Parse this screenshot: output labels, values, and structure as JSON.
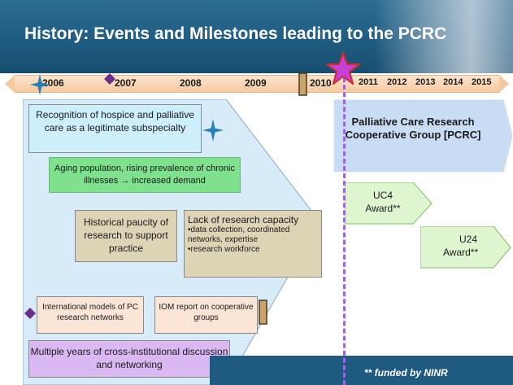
{
  "title": "History: Events and Milestones leading to the PCRC",
  "timeline": {
    "years": [
      "2006",
      "2007",
      "2008",
      "2009",
      "2010",
      "2011",
      "2012",
      "2013",
      "2014",
      "2015"
    ]
  },
  "boxes": {
    "recognition": "Recognition of hospice and palliative care as a legitimate subspecialty",
    "aging": "Aging population, rising prevalence of chronic illnesses → increased demand",
    "historical": "Historical paucity of research to support practice",
    "lack_title": "Lack of research capacity",
    "lack_items": [
      "•data collection, coordinated networks, expertise",
      "•research workforce"
    ],
    "international": "International models of PC research networks",
    "iom": "IOM report on cooperative groups",
    "multiple": "Multiple years of cross-institutional discussion and networking"
  },
  "pcrc": "Palliative Care Research Cooperative Group [PCRC]",
  "awards": {
    "uc4_line1": "UC4",
    "uc4_line2": "Award**",
    "u24_line1": "U24",
    "u24_line2": "Award**"
  },
  "footer": "** funded by NINR",
  "colors": {
    "title_bar": "#1f5b80",
    "timeline_band": "#f5c9a0",
    "star": "#c63fd6",
    "dashed_line": "#9966dd",
    "diamond": "#6b2f8a",
    "sparkle": "#2a7fb5",
    "bar_marker": "#8a6d3b",
    "pcrc_shape": "#c8dcf3",
    "award_shape": "#dff5d0"
  }
}
